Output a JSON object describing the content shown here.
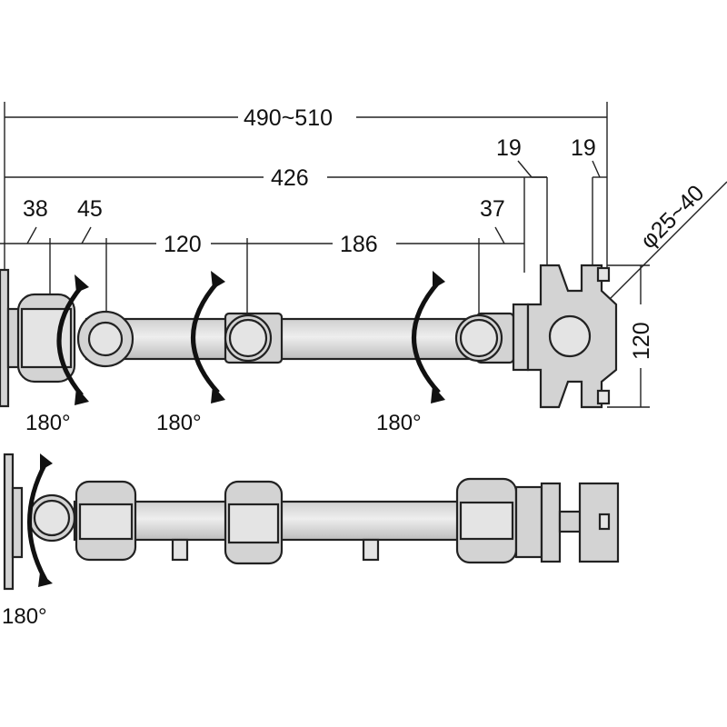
{
  "dimensions": {
    "overall_length": "490~510",
    "arm_length": "426",
    "clamp_width_left": "19",
    "clamp_width_right": "19",
    "pivot_offset_left": "38",
    "pivot_offset_second": "45",
    "segment_1": "120",
    "segment_2": "186",
    "pivot_offset_right": "37",
    "pole_diameter": "φ25~40",
    "clamp_height": "120"
  },
  "rotation_labels": {
    "head_top": "180°",
    "joint_1": "180°",
    "joint_2": "180°",
    "head_bottom": "180°"
  },
  "colors": {
    "part_fill": "#d3d3d3",
    "line": "#222222"
  }
}
